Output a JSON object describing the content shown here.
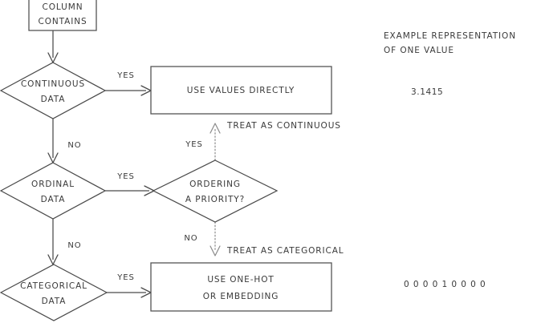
{
  "diagram": {
    "type": "flowchart",
    "title_hidden": "",
    "style": {
      "stroke_color": "#4a4a4a",
      "box_stroke_color": "#555555",
      "dotted_stroke_color": "#8a8a8a",
      "text_color": "#3a3a3a",
      "background": "#ffffff"
    },
    "nodes": [
      {
        "id": "start",
        "shape": "rect",
        "lines": [
          "COLUMN",
          "CONTAINS"
        ]
      },
      {
        "id": "continuous",
        "shape": "diamond",
        "lines": [
          "CONTINUOUS",
          "DATA"
        ]
      },
      {
        "id": "use_values",
        "shape": "rect",
        "lines": [
          "USE VALUES DIRECTLY"
        ]
      },
      {
        "id": "ordinal",
        "shape": "diamond",
        "lines": [
          "ORDINAL",
          "DATA"
        ]
      },
      {
        "id": "ordering",
        "shape": "diamond",
        "lines": [
          "ORDERING",
          "A PRIORITY?"
        ]
      },
      {
        "id": "categorical",
        "shape": "diamond",
        "lines": [
          "CATEGORICAL",
          "DATA"
        ]
      },
      {
        "id": "use_onehot",
        "shape": "rect",
        "lines": [
          "USE ONE-HOT",
          "OR EMBEDDING"
        ]
      }
    ],
    "edge_labels": {
      "continuous_yes": "YES",
      "continuous_no": "NO",
      "ordinal_yes": "YES",
      "ordinal_no": "NO",
      "ordering_yes": "YES",
      "ordering_no": "NO",
      "categorical_yes": "YES",
      "treat_continuous": "TREAT AS CONTINUOUS",
      "treat_categorical": "TREAT AS CATEGORICAL"
    }
  },
  "legend": {
    "heading_line1": "EXAMPLE REPRESENTATION",
    "heading_line2": "OF ONE VALUE",
    "continuous_example": "3.1415",
    "categorical_example": "000010000"
  }
}
